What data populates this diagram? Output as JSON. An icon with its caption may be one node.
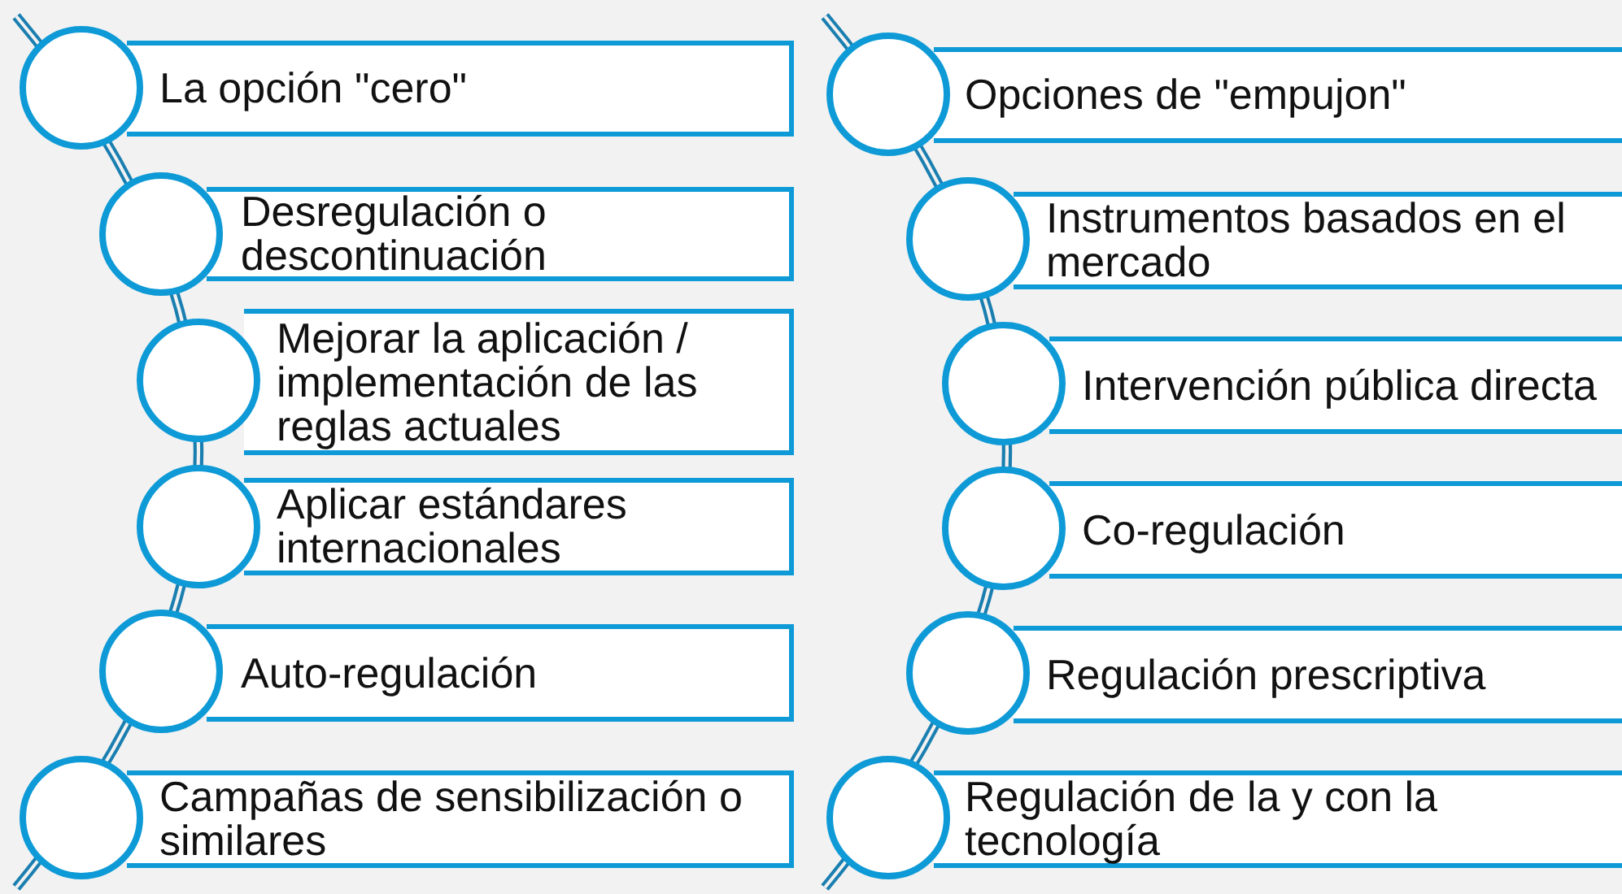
{
  "diagram": {
    "nodes": [
      {
        "text": [],
        "shape": "circle"
      },
      {
        "text": [
          "La opción \"cero\""
        ]
      },
      {
        "text": [],
        "shape": "circle"
      },
      {
        "text": [
          "Desregulación o descontinuación"
        ]
      },
      {
        "text": [],
        "shape": "circle"
      },
      {
        "text": [
          "Mejorar la aplicación / implementación de las reglas actuales"
        ]
      },
      {
        "text": [],
        "shape": "circle"
      },
      {
        "text": [
          "Aplicar estándares internacionales"
        ]
      },
      {
        "text": [],
        "shape": "circle"
      },
      {
        "text": [
          "Auto-regulación"
        ]
      },
      {
        "text": [],
        "shape": "circle"
      },
      {
        "text": [
          "Campañas de sensibilización o similares"
        ]
      },
      {
        "text": [],
        "shape": "circle"
      },
      {
        "text": [
          "Opciones de \"empujon\""
        ]
      },
      {
        "text": [],
        "shape": "circle"
      },
      {
        "text": [
          "Instrumentos basados en el mercado"
        ]
      },
      {
        "text": [],
        "shape": "circle"
      },
      {
        "text": [
          "Intervención pública directa"
        ]
      },
      {
        "text": [],
        "shape": "circle"
      },
      {
        "text": [
          "Co-regulación"
        ]
      },
      {
        "text": [],
        "shape": "circle"
      },
      {
        "text": [
          "Regulación prescriptiva"
        ]
      },
      {
        "text": [],
        "shape": "circle"
      },
      {
        "text": [
          "Regulación de la y con la tecnología"
        ]
      }
    ]
  }
}
